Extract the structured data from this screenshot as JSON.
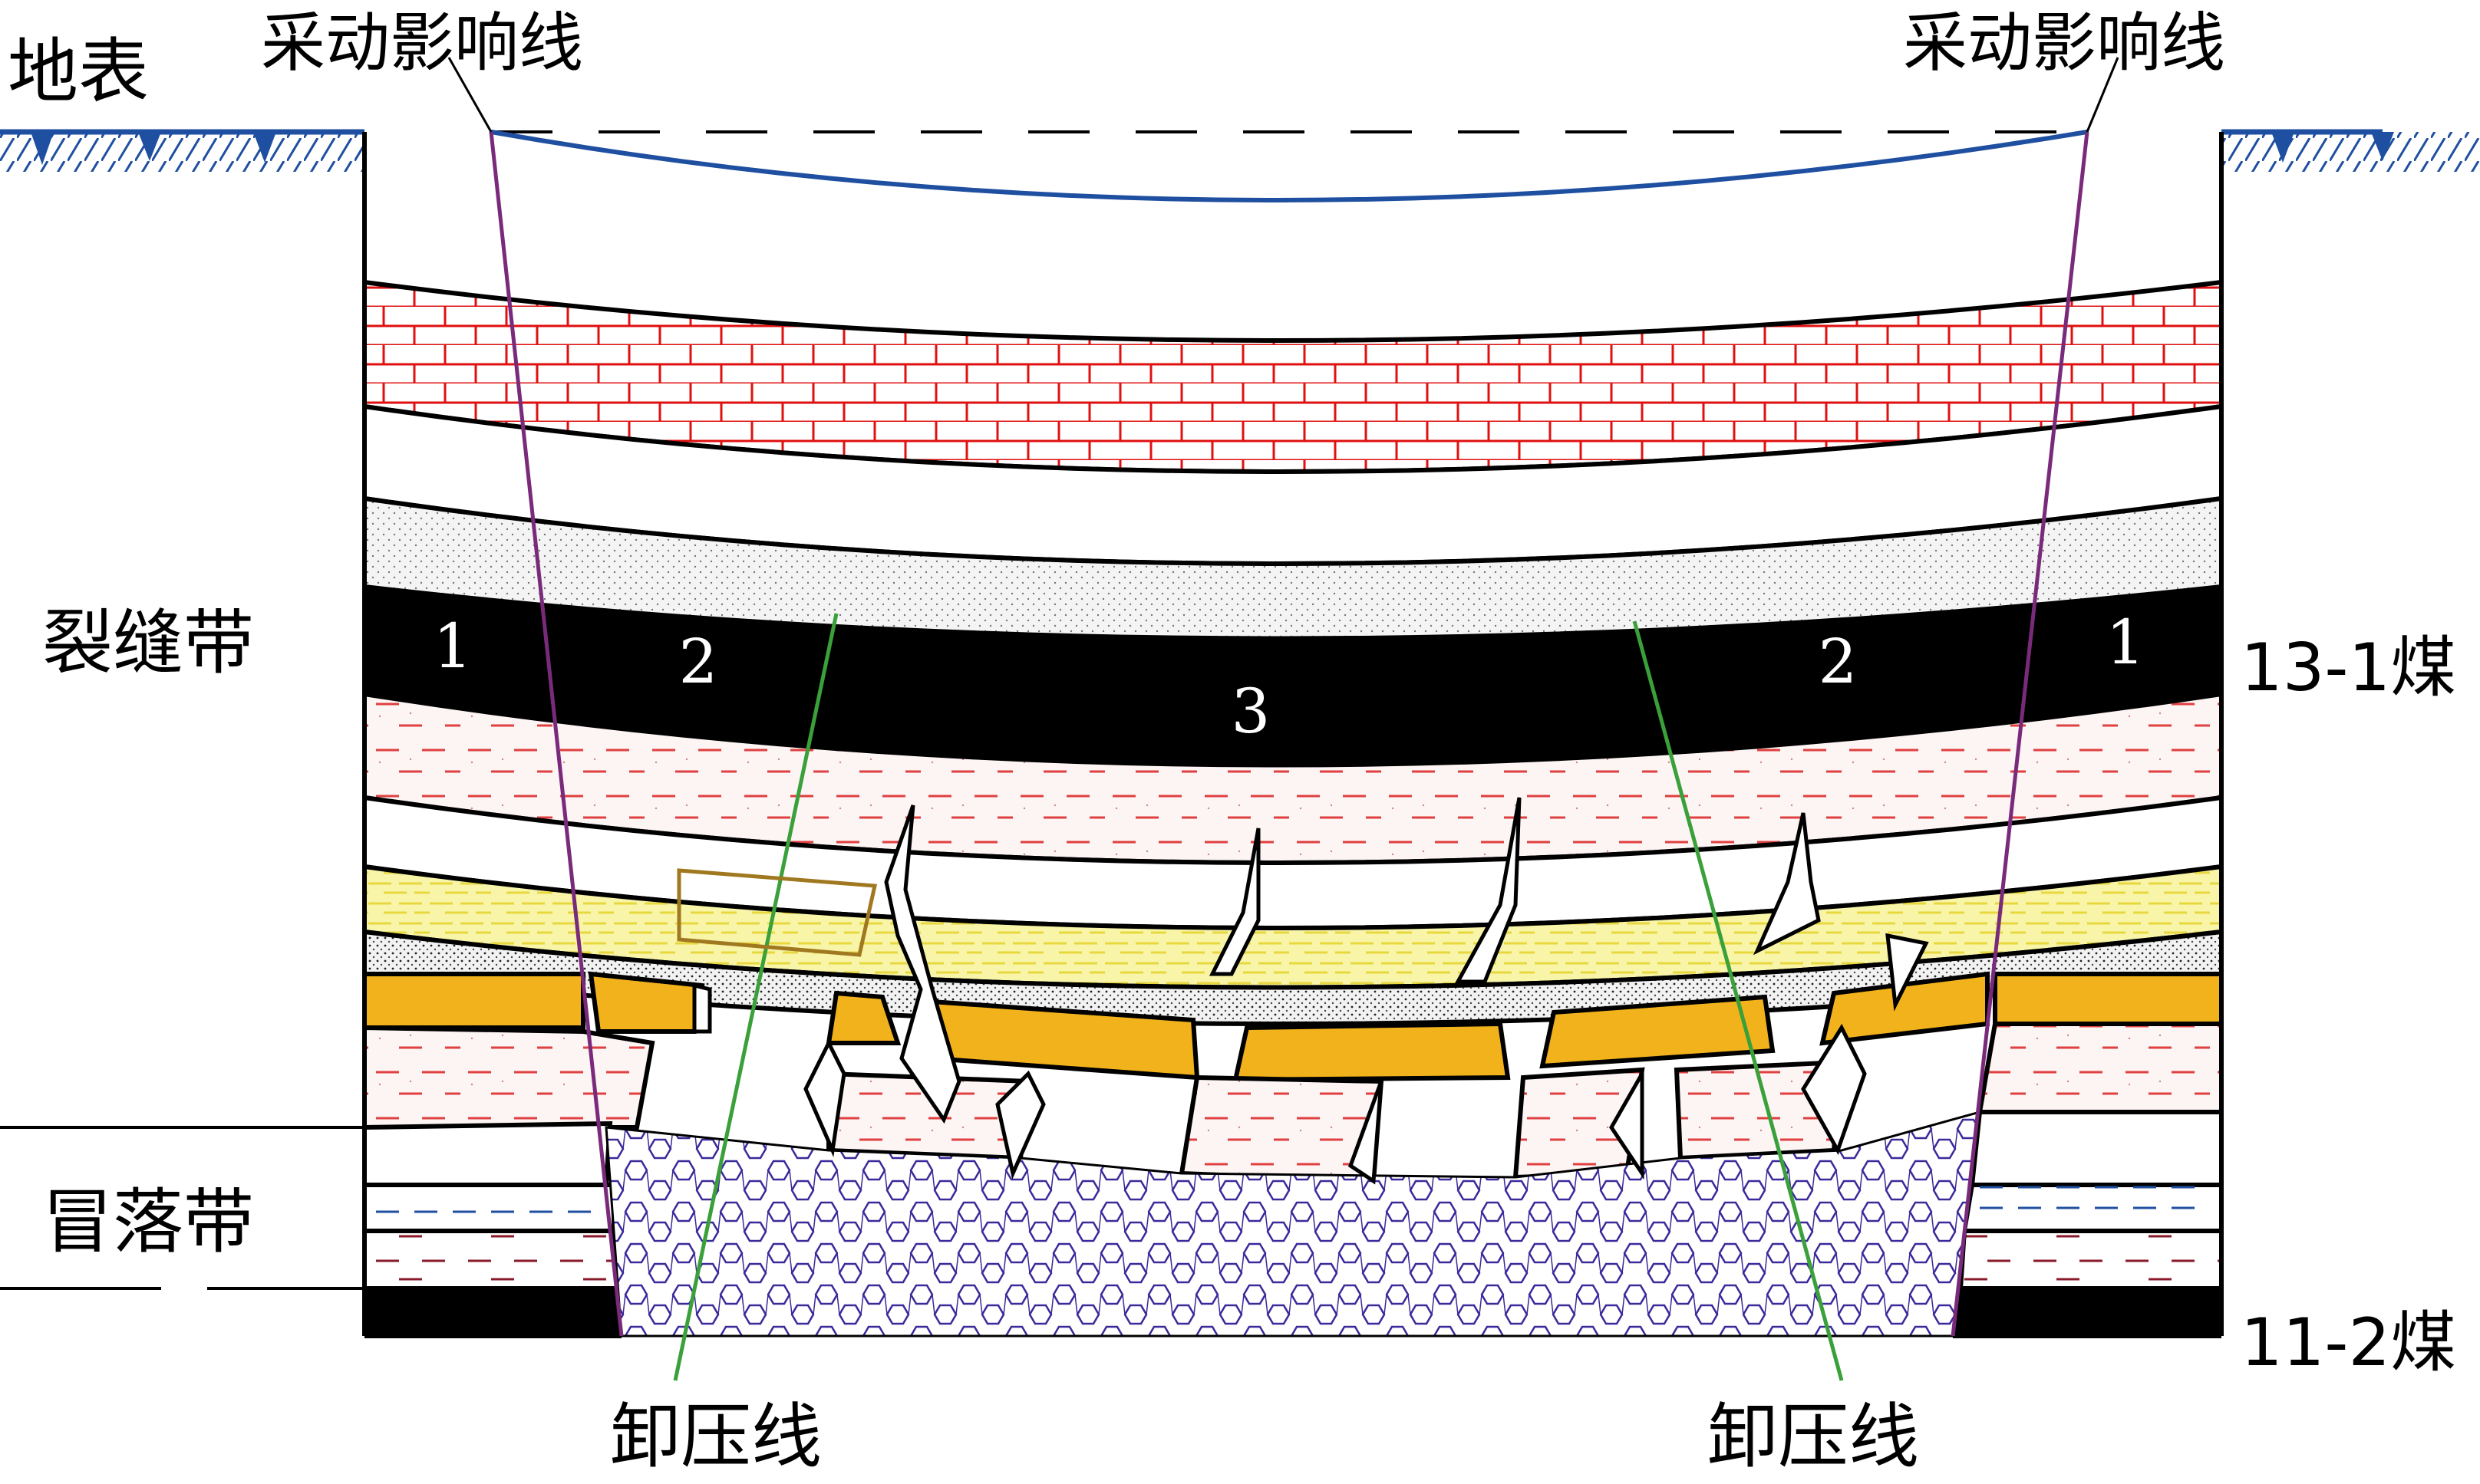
{
  "labels": {
    "surface": "地表",
    "mining_influence_left": "采动影响线",
    "mining_influence_right": "采动影响线",
    "fracture_zone": "裂缝带",
    "caving_zone": "冒落带",
    "seam_upper": "13-1煤",
    "seam_lower": "11-2煤",
    "pressure_relief_left": "卸压线",
    "pressure_relief_right": "卸压线"
  },
  "zones": [
    "1",
    "2",
    "3",
    "2",
    "1"
  ],
  "colors": {
    "surface_line": "#1f4fa0",
    "brick_fill": "#ffffff",
    "brick_line": "#e01010",
    "coal": "#000000",
    "yellow_band": "#f8f5a8",
    "yellow_dash": "#e8d840",
    "orange_band": "#f2b21c",
    "red_dash": "#e04040",
    "dark_red_dash": "#8a1a2a",
    "blue_dash": "#1f4fa0",
    "gob_hex": "#3a2a9a",
    "influence_line": "#7a2a7a",
    "relief_line": "#3aa03a",
    "box": "#a07820"
  }
}
